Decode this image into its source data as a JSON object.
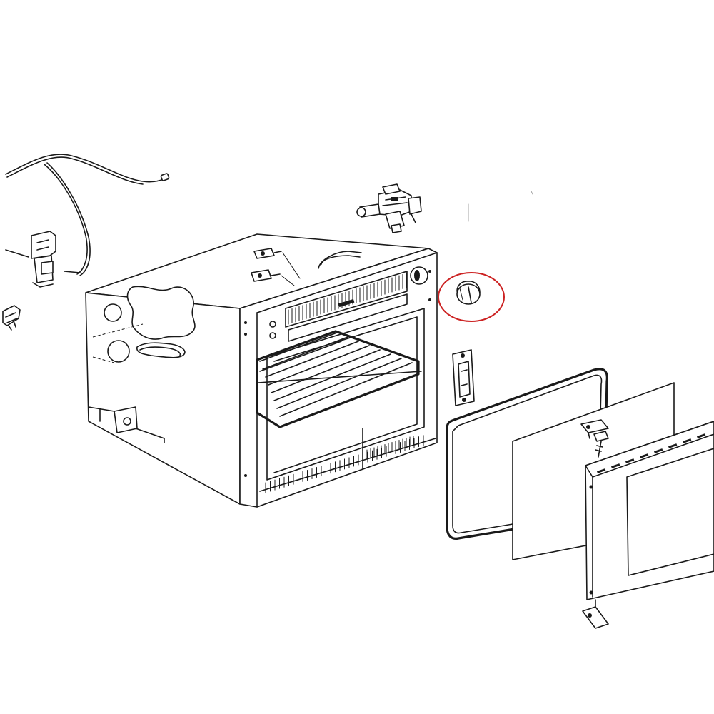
{
  "diagram": {
    "type": "exploded-view",
    "callout": {
      "shape": "ellipse",
      "color": "#cc2222",
      "target": "control-knob"
    }
  }
}
